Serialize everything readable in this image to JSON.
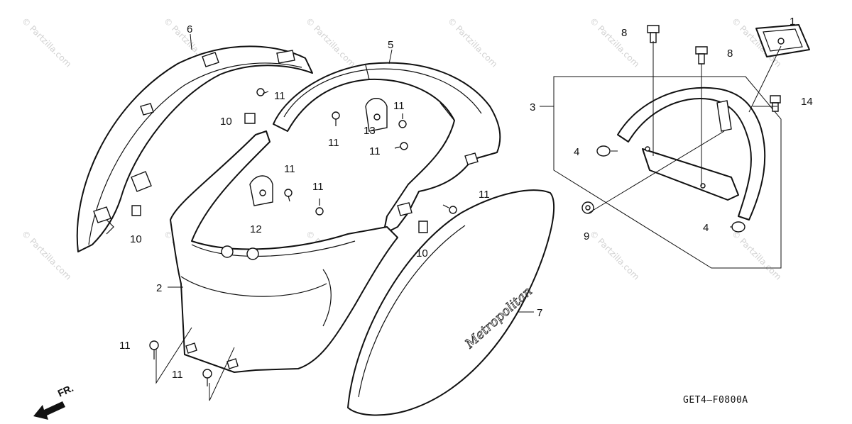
{
  "callouts": {
    "c1": "1",
    "c2": "2",
    "c3": "3",
    "c4a": "4",
    "c4b": "4",
    "c5": "5",
    "c6": "6",
    "c7": "7",
    "c8a": "8",
    "c8b": "8",
    "c9": "9",
    "c10a": "10",
    "c10b": "10",
    "c10c": "10",
    "c11a": "11",
    "c11b": "11",
    "c11c": "11",
    "c11d": "11",
    "c11e": "11",
    "c11f": "11",
    "c11g": "11",
    "c11h": "11",
    "c11i": "11",
    "c12": "12",
    "c13": "13",
    "c14": "14"
  },
  "fr_label": "FR.",
  "diagram_code": "GET4—F0800A",
  "fender_lettering": "Metropolitan",
  "watermark": "© Partzilla.com",
  "icons": {
    "front_arrow": "front-direction-arrow-icon"
  }
}
